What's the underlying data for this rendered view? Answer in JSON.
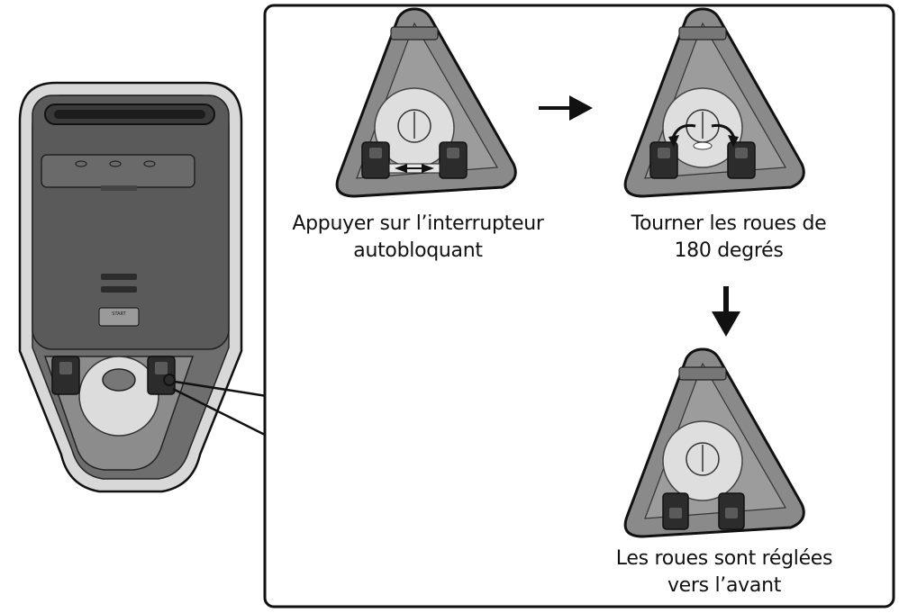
{
  "steps": [
    {
      "line1": "Appuyer sur l’interrupteur",
      "line2": "autobloquant"
    },
    {
      "line1": "Tourner les roues de",
      "line2": "180 degrés"
    },
    {
      "line1": "Les roues sont réglées",
      "line2": "vers l’avant"
    }
  ],
  "device_button_text": "START",
  "colors": {
    "device_body": "#7a7a7a",
    "device_panel": "#5e5e5e",
    "device_edge": "#dcdcdc",
    "base_fill": "#8a8a8a",
    "inner_circle": "#e6e6e6",
    "wheel": "#2e2e2e",
    "outline": "#111111",
    "arrow": "#111111"
  }
}
